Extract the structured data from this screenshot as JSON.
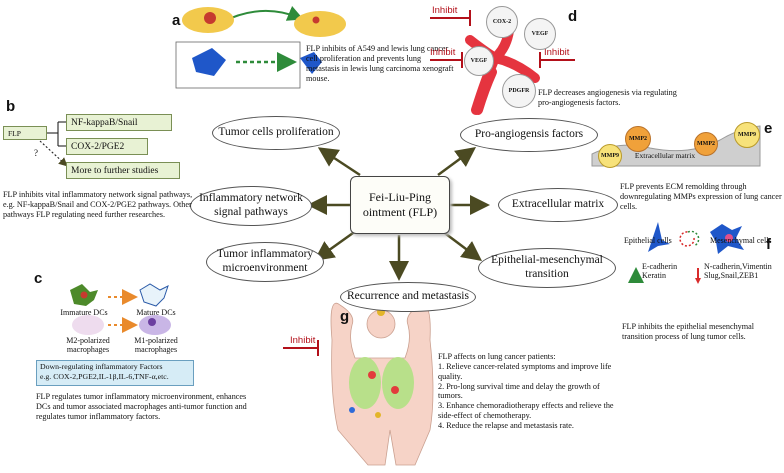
{
  "center": {
    "line1": "Fei-Liu-Ping",
    "line2": "ointment (FLP)"
  },
  "nodes": {
    "tumor_prolif": "Tumor cells proliferation",
    "pro_angio": "Pro-angiogensis factors",
    "inflam_net_1": "Inflammatory network",
    "inflam_net_2": "signal pathways",
    "ecm": "Extracellular matrix",
    "tumor_inflam_1": "Tumor inflammatory",
    "tumor_inflam_2": "microenvironment",
    "emt_1": "Epithelial-mesenchymal",
    "emt_2": "transition",
    "recurrence": "Recurrence and metastasis"
  },
  "panels": {
    "a": {
      "letter": "a",
      "text": "FLP inhibits of A549 and lewis lung cancer cell proliferation and prevents lung metastasis in lewis lung carcinoma xenograft mouse."
    },
    "b": {
      "letter": "b",
      "flp": "FLP",
      "box1": "NF-kappaB/Snail",
      "box2": "COX-2/PGE2",
      "box3": "More to further studies",
      "question": "?",
      "text": "FLP inhibits vital inflammatory network signal pathways, e.g. NF-kappaB/Snail and COX-2/PGE2 pathways. Other pathways FLP regulating need further researches."
    },
    "c": {
      "letter": "c",
      "immature": "Immature DCs",
      "mature": "Mature DCs",
      "m2_1": "M2-polarized",
      "m2_2": "macrophages",
      "m1_1": "M1-polarized",
      "m1_2": "macrophages",
      "box_1": "Down-regulating inflammatory Factors",
      "box_2": "e.g. COX-2,PGE2,IL-1β,IL-6,TNF-α,etc.",
      "text": "FLP regulates tumor inflammatory microenvironment, enhances DCs and tumor associated macrophages anti-tumor function and regulates tumor inflammatory factors."
    },
    "d": {
      "letter": "d",
      "inhibit": "Inhibit",
      "cox2": "COX-2",
      "vegf": "VEGF",
      "pdgfr": "PDGFR",
      "text": "FLP decreases angiogenesis via regulating pro-angiogenesis factors."
    },
    "e": {
      "letter": "e",
      "mmp2": "MMP2",
      "mmp9": "MMP9",
      "matrix": "Extracellular matrix",
      "text": "FLP prevents ECM remolding through downregulating MMPs expression of lung cancer cells."
    },
    "f": {
      "letter": "f",
      "epi": "Epithelial cells",
      "mes": "Mesenchymal cells",
      "ecad": "E-cadherin",
      "keratin": "Keratin",
      "ncad": "N-cadherin,Vimentin",
      "slug": "Slug,Snail,ZEB1",
      "text": "FLP inhibits the epithelial mesenchymal transition process of lung tumor cells."
    },
    "g": {
      "letter": "g",
      "inhibit": "Inhibit",
      "intro": "FLP affects on lung cancer patients:",
      "items": [
        "1. Relieve cancer-related symptoms and improve life quality.",
        "2. Pro-long survival time and delay the growth of tumors.",
        "3. Enhance chemoradiotherapy effects and relieve the side-effect of chemotherapy.",
        "4. Reduce the relapse and metastasis rate."
      ]
    }
  },
  "colors": {
    "arrow": "#4b4a22",
    "inhibit": "#b3101a",
    "vessel": "#e5343f",
    "mmp": "#f0a13a",
    "green_box": "#e8f2d4",
    "blue_box": "#d6ecf6"
  }
}
